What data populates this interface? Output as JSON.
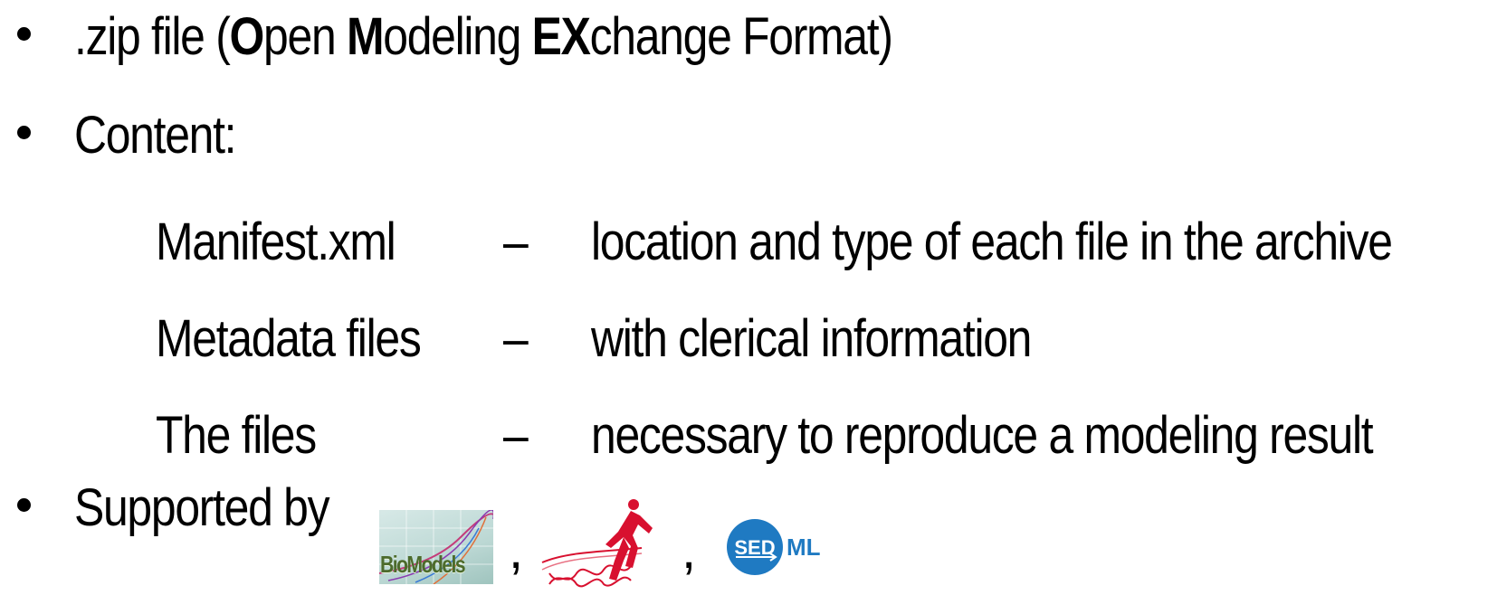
{
  "bullets": {
    "zip": {
      "prefix": ".zip file (",
      "o_bold": "O",
      "o_rest": "pen ",
      "m_bold": "M",
      "m_rest": "odeling ",
      "ex_bold": "EX",
      "ex_rest": "change Format)"
    },
    "content_label": "Content:",
    "supported_label": "Supported by"
  },
  "content_items": [
    {
      "term": "Manifest.xml",
      "dash": "–",
      "desc": "location and type of each file in the archive"
    },
    {
      "term": "Metadata files",
      "dash": "–",
      "desc": "with clerical information"
    },
    {
      "term": "The files",
      "dash": "–",
      "desc": "necessary to reproduce a modeling result"
    }
  ],
  "logos": {
    "separator": ",",
    "biomodels_text": "BioModels",
    "sedml_sed": "SED",
    "sedml_ml": "ML",
    "colors": {
      "biomodels_green": "#4c6b2c",
      "combine_red": "#d8102f",
      "sedml_blue": "#1f7ac2"
    }
  }
}
